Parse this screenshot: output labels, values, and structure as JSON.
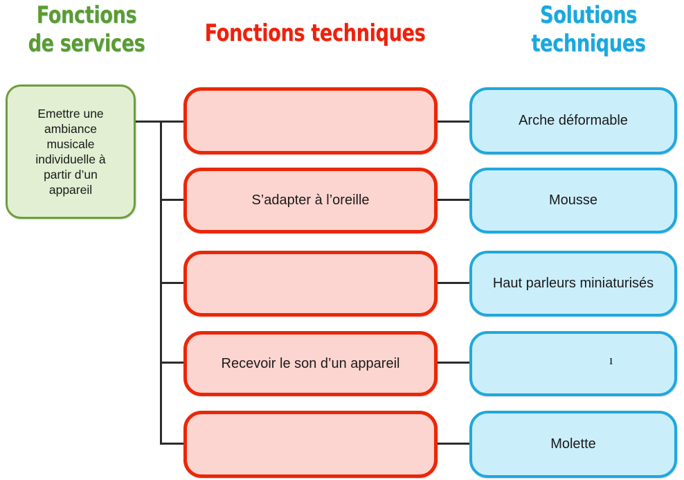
{
  "headers": {
    "services": "Fonctions\nde services",
    "functions": "Fonctions techniques",
    "solutions": "Solutions\ntechniques"
  },
  "colors": {
    "services_title": "#5C9B2F",
    "functions_title": "#F0200A",
    "solutions_title": "#19A8DE",
    "service_box_border": "#6E9E3A",
    "service_box_fill": "#E2EFD3",
    "function_box_border": "#EA2708",
    "function_box_fill": "#FDD5D0",
    "solution_box_border": "#1FA8DD",
    "solution_box_fill": "#CBEEFB",
    "connector": "#2b2b2b"
  },
  "service_function": {
    "label": "Emettre une\nambiance\nmusicale\nindividuelle à\npartir d’un\nappareil"
  },
  "technical_functions": [
    {
      "label": ""
    },
    {
      "label": "S’adapter à l’oreille"
    },
    {
      "label": ""
    },
    {
      "label": "Recevoir le son d’un appareil"
    },
    {
      "label": ""
    }
  ],
  "technical_solutions": [
    {
      "label": "Arche déformable"
    },
    {
      "label": "Mousse"
    },
    {
      "label": "Haut parleurs miniaturisés"
    },
    {
      "label": ""
    },
    {
      "label": "Molette"
    }
  ],
  "artifacts": {
    "stray_glyph": "ı"
  }
}
